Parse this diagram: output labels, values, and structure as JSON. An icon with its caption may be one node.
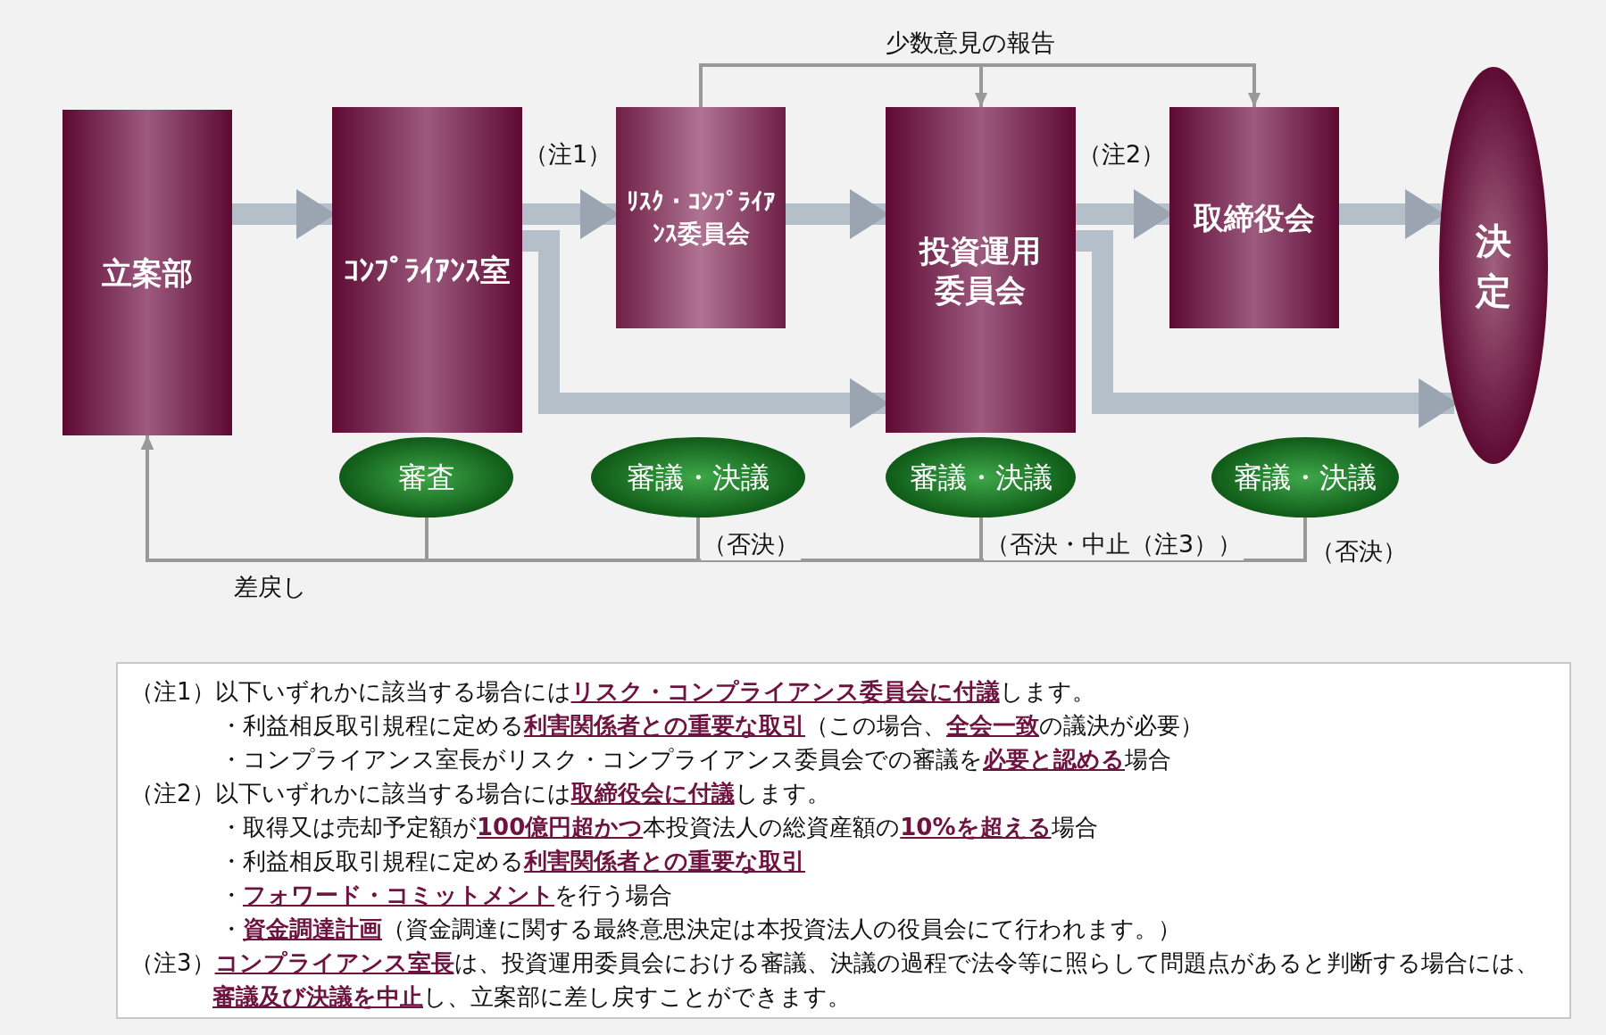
{
  "diagram": {
    "nodes": [
      {
        "text": [
          "立案部"
        ]
      },
      {
        "text": [
          "ｺﾝﾌﾟﾗｲｱﾝｽ室"
        ]
      },
      {
        "text": [
          "ﾘｽｸ・ｺﾝﾌﾟﾗｲｱﾝｽ委員会"
        ]
      },
      {
        "text": [
          "投資運用委員会"
        ]
      },
      {
        "text": [
          "取締役会"
        ]
      },
      {
        "text": [
          "決定"
        ]
      },
      {
        "text": [
          "審査"
        ]
      },
      {
        "text": [
          "審議・決議"
        ]
      },
      {
        "text": [
          "審議・決議"
        ]
      },
      {
        "text": [
          "審議・決議"
        ]
      }
    ],
    "edges": [
      {
        "from": 0,
        "to": 1,
        "arrow": "to"
      },
      {
        "from": 1,
        "to": 2,
        "arrow": "to",
        "label": "（注1）"
      },
      {
        "from": 1,
        "to": 3,
        "arrow": "to"
      },
      {
        "from": 2,
        "to": 3,
        "arrow": "to"
      },
      {
        "from": 3,
        "to": 4,
        "arrow": "to",
        "label": "（注2）"
      },
      {
        "from": 3,
        "to": 5,
        "arrow": "to"
      },
      {
        "from": 4,
        "to": 5,
        "arrow": "to"
      },
      {
        "from": 2,
        "to": 3,
        "arrow": "to",
        "label": "少数意見の報告"
      },
      {
        "from": 2,
        "to": 4,
        "arrow": "to"
      },
      {
        "from": 6,
        "to": 0,
        "arrow": "to",
        "label": "差戻し"
      },
      {
        "from": 7,
        "to": 0,
        "arrow": "to",
        "label": "（否決）"
      },
      {
        "from": 8,
        "to": 0,
        "arrow": "to",
        "label": "（否決・中止（注3））"
      },
      {
        "from": 9,
        "to": 0,
        "arrow": "to",
        "label": "（否決）"
      }
    ],
    "labels": [
      "（注1）以下いずれかに該当する場合には**リスク・コンプライアンス委員会に付議**します。",
      "・利益相反取引規程に定める**利害関係者との重要な取引**（この場合、**全会一致**の議決が必要）",
      "・コンプライアンス室長がリスク・コンプライアンス委員会での審議を**必要と認める**場合",
      "（注2）以下いずれかに該当する場合には**取締役会に付議**します。",
      "・取得又は売却予定額が**100億円超かつ**本投資法人の総資産額の**10%を超える**場合",
      "・利益相反取引規程に定める**利害関係者との重要な取引**",
      "・**フォワード・コミットメント**を行う場合",
      "・**資金調達計画**（資金調達に関する最終意思決定は本投資法人の役員会にて行われます。）",
      "（注3）**コンプライアンス室長**は、投資運用委員会における審議、決議の過程で法令等に照らして問題点があると判断する場合には、**審議及び決議を中止**し、立案部に差し戻すことができます。"
    ]
  }
}
